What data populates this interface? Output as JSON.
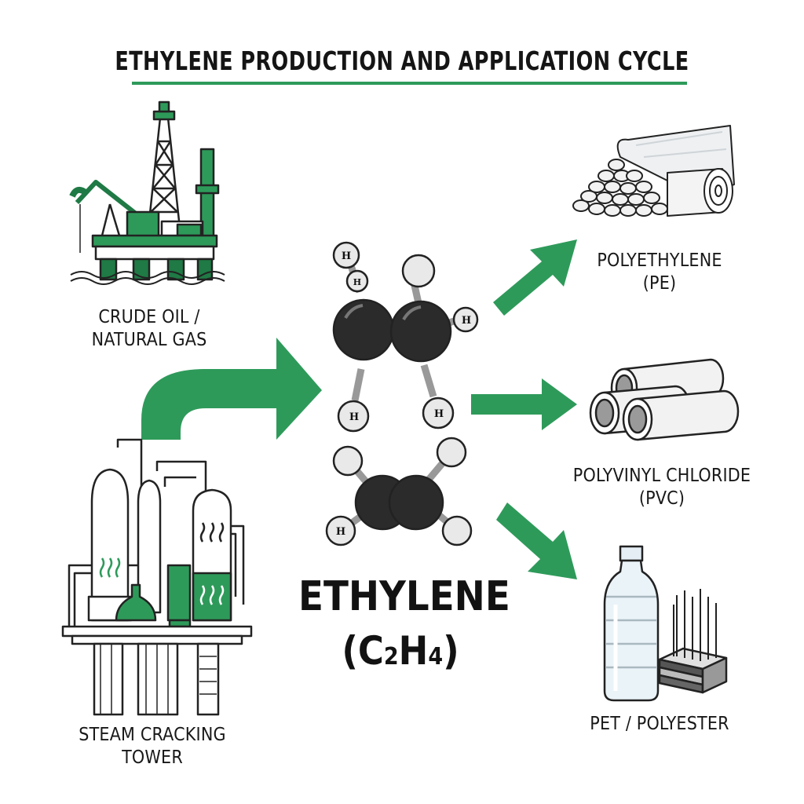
{
  "title": "ETHYLENE PRODUCTION AND APPLICATION CYCLE",
  "colors": {
    "accent": "#2e9a5a",
    "dark_green": "#1f7a45",
    "ink": "#161616",
    "carbon": "#2b2b2b",
    "hydrogen": "#e9e9e9"
  },
  "nodes": {
    "crude": {
      "line1": "CRUDE OIL /",
      "line2": "NATURAL GAS"
    },
    "cracking": {
      "line1": "STEAM CRACKING",
      "line2": "TOWER"
    },
    "ethylene": {
      "name": "ETHYLENE",
      "formula_open": "(C",
      "formula_sub1": "2",
      "formula_mid": "H",
      "formula_sub2": "4",
      "formula_close": ")"
    },
    "pe": {
      "line1": "POLYETHYLENE",
      "line2": "(PE)"
    },
    "pvc": {
      "line1": "POLYVINYL CHLORIDE",
      "line2": "(PVC)"
    },
    "pet": {
      "line1": "PET / POLYESTER"
    }
  },
  "atom_label": "H"
}
